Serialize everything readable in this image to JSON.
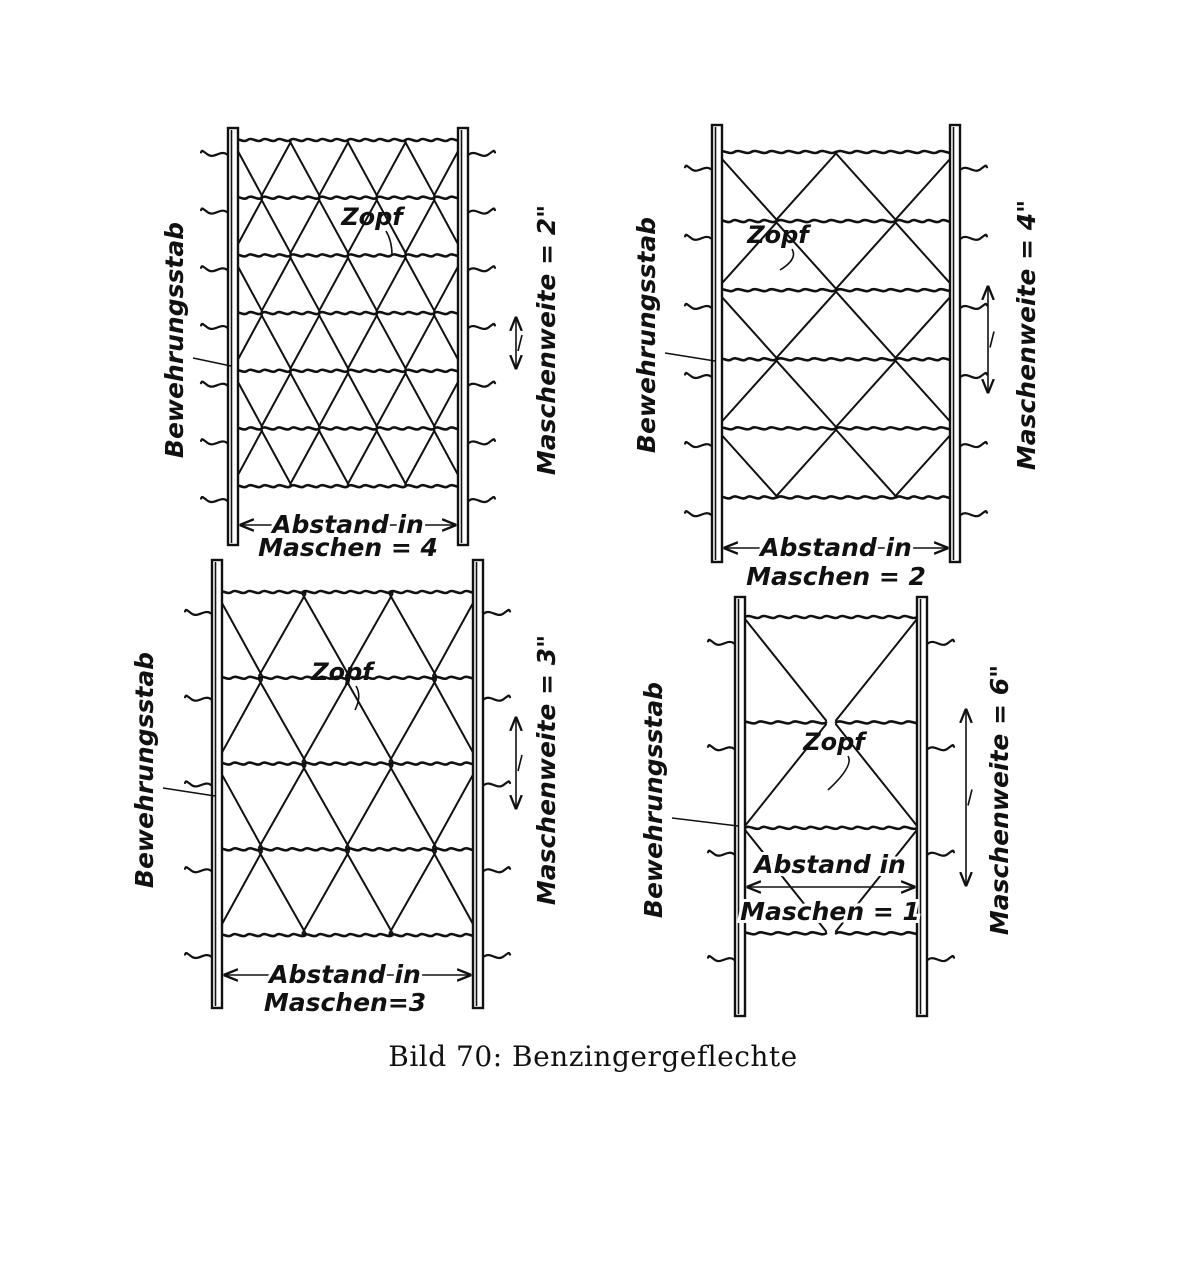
{
  "caption": "Bild 70: Benzingergeflechte",
  "panels": [
    {
      "id": "mesh-2",
      "rod_label": "Bewehrungsstab",
      "braid_label": "Zopf",
      "distance_line1": "Abstand in",
      "distance_line2": "Maschen = 4",
      "mesh_width_label": "Maschenweite = 2\"",
      "meshes_between_rods": 4,
      "mesh_width_inches": 2
    },
    {
      "id": "mesh-4",
      "rod_label": "Bewehrungsstab",
      "braid_label": "Zopf",
      "distance_line1": "Abstand in",
      "distance_line2": "Maschen = 2",
      "mesh_width_label": "Maschenweite = 4\"",
      "meshes_between_rods": 2,
      "mesh_width_inches": 4
    },
    {
      "id": "mesh-3",
      "rod_label": "Bewehrungsstab",
      "braid_label": "Zopf",
      "distance_line1": "Abstand in",
      "distance_line2": "Maschen=3",
      "mesh_width_label": "Maschenweite = 3\"",
      "meshes_between_rods": 3,
      "mesh_width_inches": 3
    },
    {
      "id": "mesh-6",
      "rod_label": "Bewehrungsstab",
      "braid_label": "Zopf",
      "distance_line1": "Abstand in",
      "distance_line2": "Maschen = 1",
      "mesh_width_label": "Maschenweite = 6\"",
      "meshes_between_rods": 1,
      "mesh_width_inches": 6
    }
  ]
}
